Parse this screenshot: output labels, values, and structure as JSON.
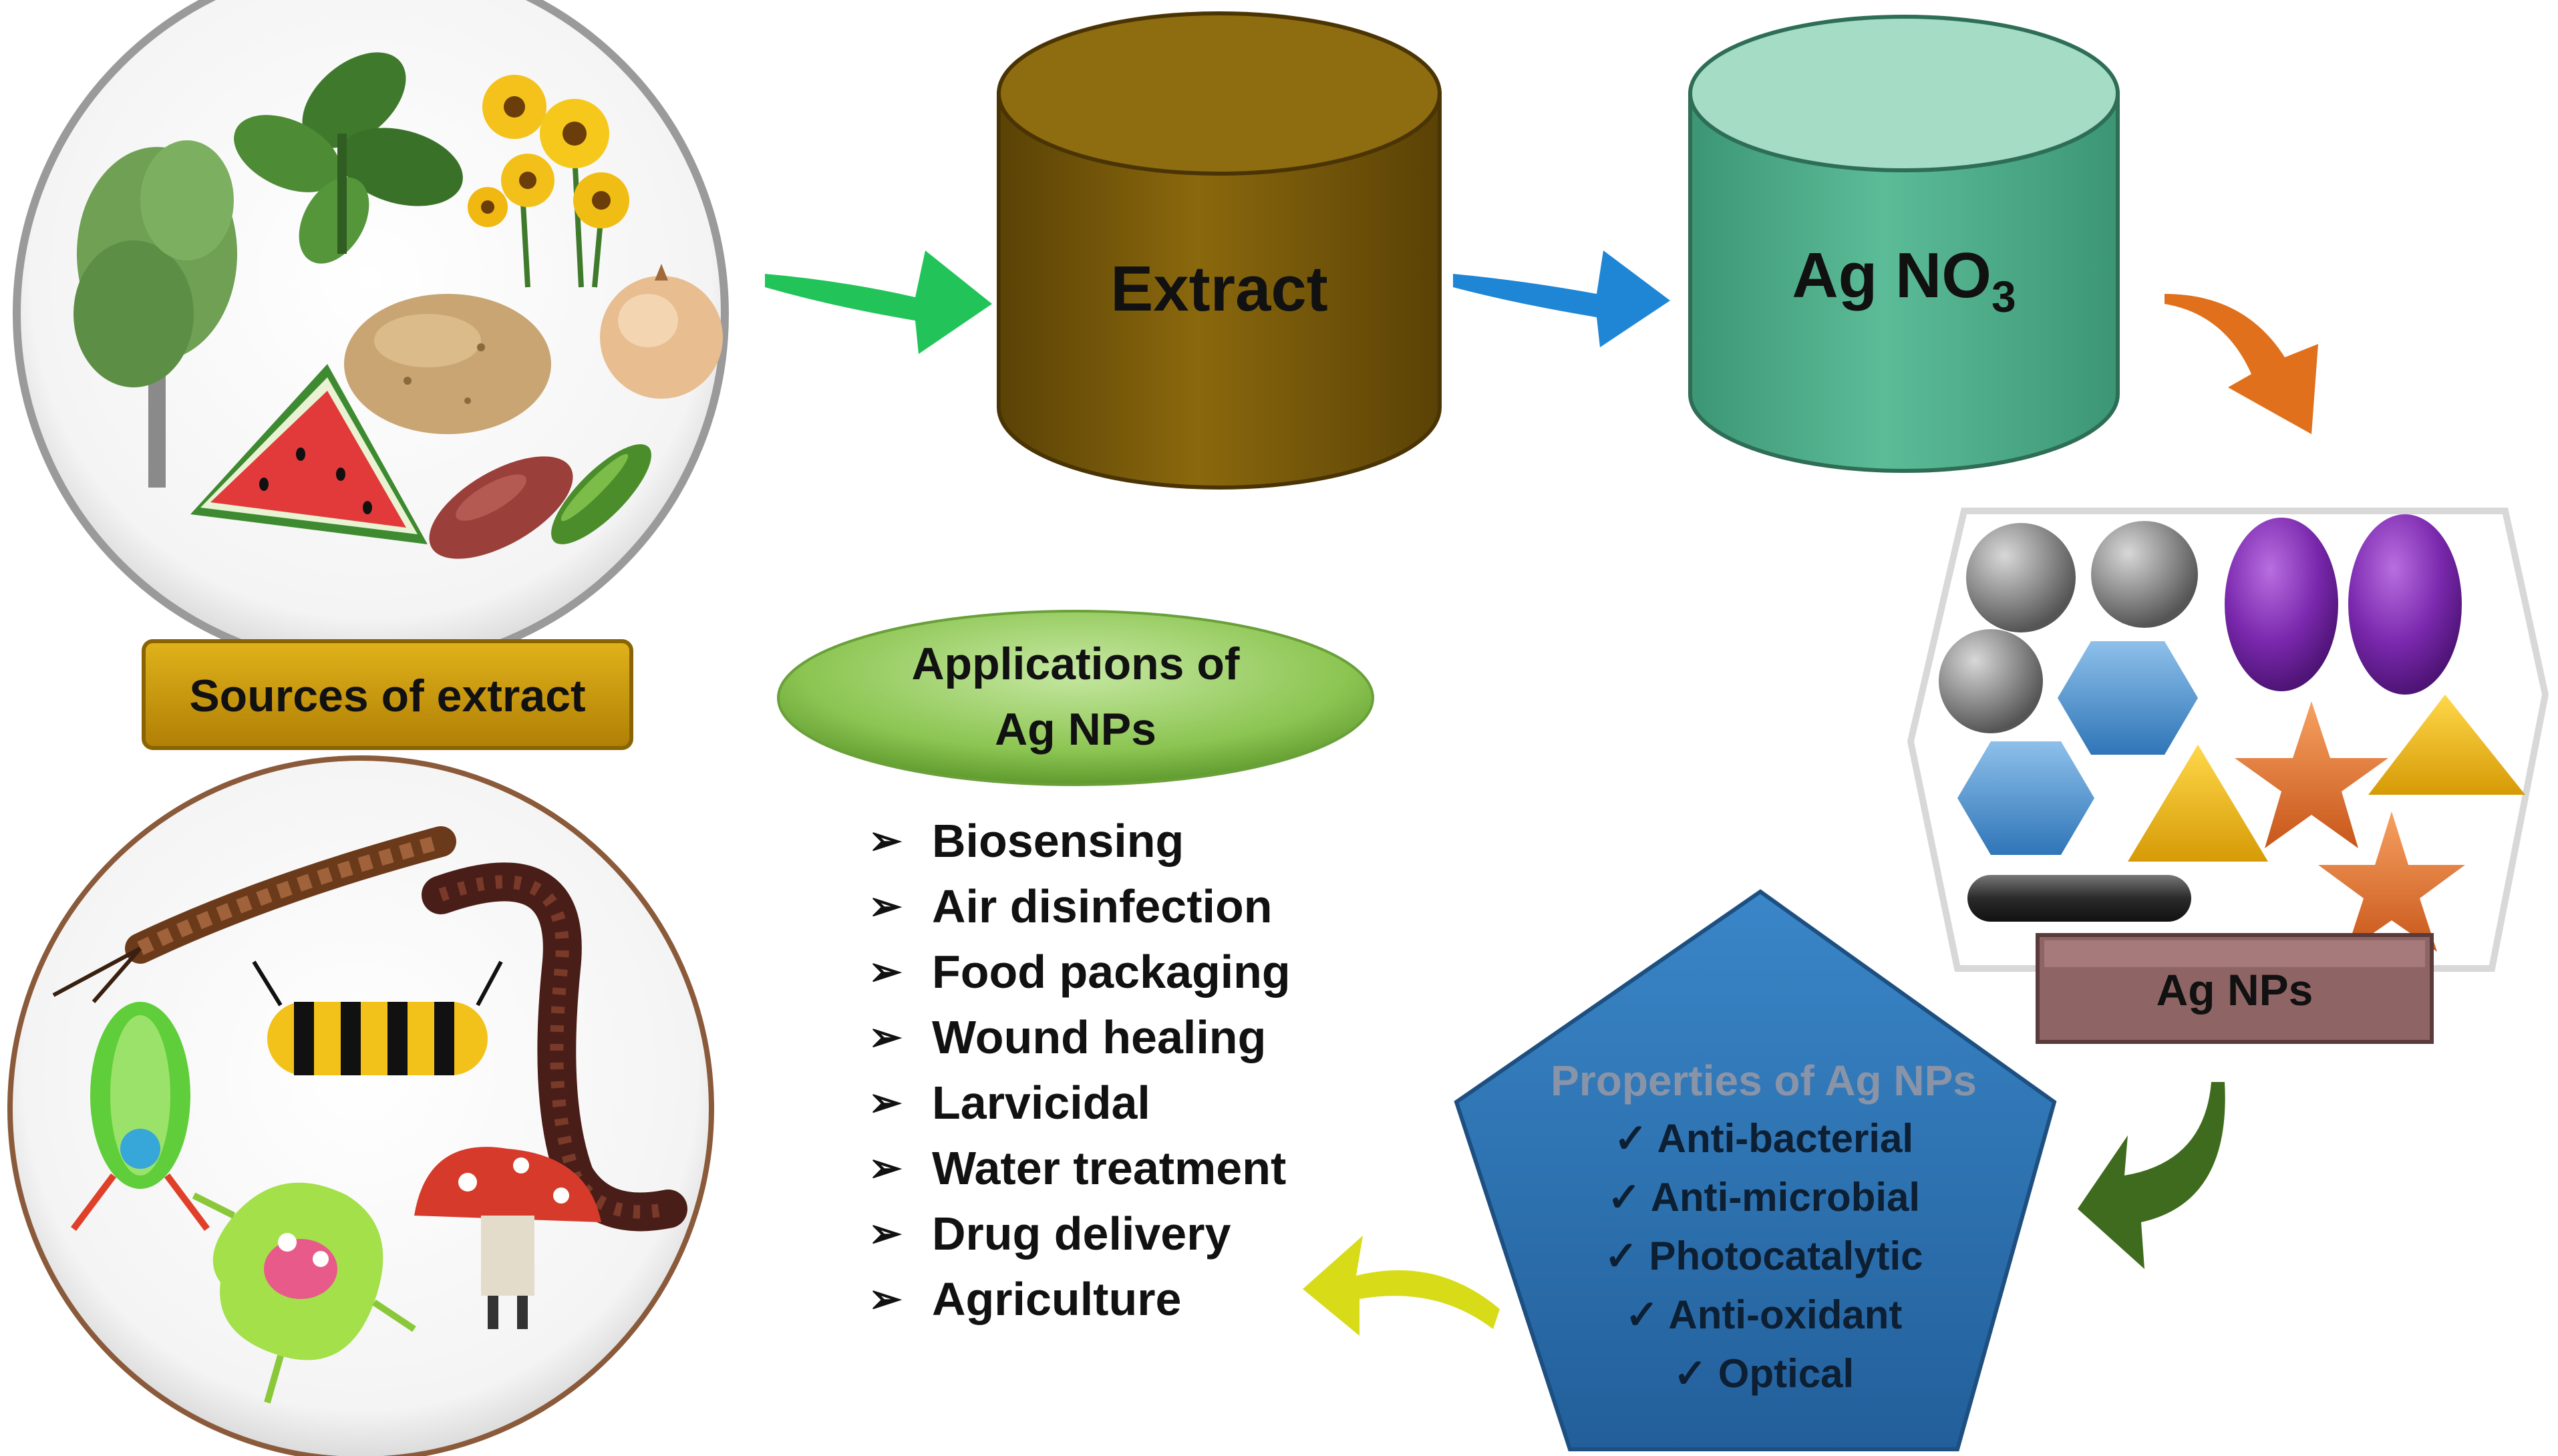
{
  "sources": {
    "label": "Sources of extract",
    "plate_icons": [
      "tree-icon",
      "leaf-icon",
      "sunflower-icon",
      "potato-icon",
      "onion-icon",
      "watermelon-icon",
      "sweet-potato-icon",
      "cucumber-icon"
    ]
  },
  "organisms": {
    "plate_icons": [
      "centipede-icon",
      "earthworm-icon",
      "caterpillar-icon",
      "mantis-shrimp-icon",
      "microbe-icon",
      "mushroom-icon"
    ]
  },
  "extract": {
    "label": "Extract"
  },
  "agno3": {
    "label_main": "Ag NO",
    "label_sub": "3"
  },
  "nanoparticles": {
    "label": "Ag NPs",
    "shape_icons": [
      "sphere-icon",
      "sphere-icon",
      "ellipsoid-icon",
      "ellipsoid-icon",
      "sphere-icon",
      "hexagon-icon",
      "hexagon-icon",
      "star-icon",
      "triangle-icon",
      "triangle-icon",
      "star-icon",
      "rod-icon"
    ]
  },
  "applications": {
    "title_line1": "Applications of",
    "title_line2": "Ag NPs",
    "marker": "➢",
    "items": [
      "Biosensing",
      "Air disinfection",
      "Food packaging",
      "Wound healing",
      "Larvicidal",
      "Water treatment",
      "Drug delivery",
      "Agriculture"
    ]
  },
  "properties": {
    "title": "Properties of Ag NPs",
    "marker": "✓",
    "items": [
      "Anti-bacterial",
      "Anti-microbial",
      "Photocatalytic",
      "Anti-oxidant",
      "Optical"
    ]
  },
  "colors": {
    "arrow_green": "#22c45a",
    "arrow_blue": "#1f86d6",
    "arrow_orange": "#e0701c",
    "arrow_darkgreen": "#3f6b1e",
    "arrow_yellow": "#d8dc18",
    "extract_cylinder": "#7a5c08",
    "agno3_cylinder": "#4eae8c",
    "pentagon": "#2e74b5",
    "sources_box": "#c9960a",
    "agnps_box": "#8f6464",
    "app_oval": "#8cc552"
  }
}
